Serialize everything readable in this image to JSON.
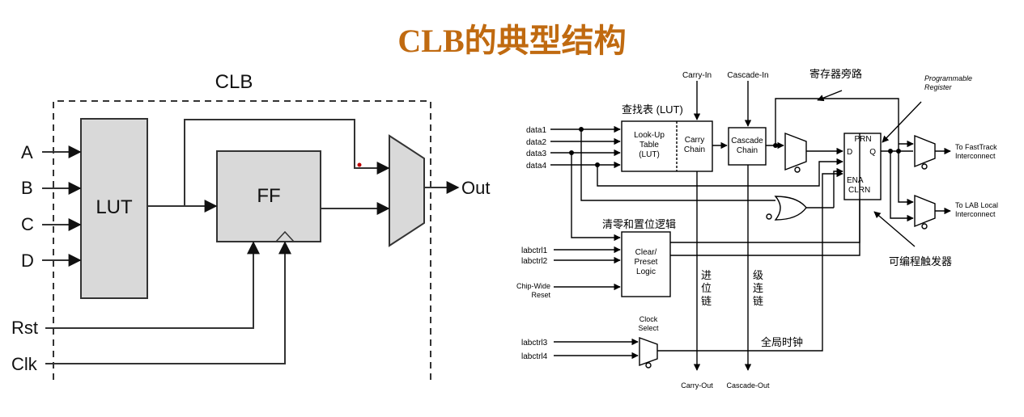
{
  "title": "CLB的典型结构",
  "left": {
    "clb_label": "CLB",
    "lut_label": "LUT",
    "ff_label": "FF",
    "inputs": [
      "A",
      "B",
      "C",
      "D"
    ],
    "out_label": "Out",
    "rst_label": "Rst",
    "clk_label": "Clk"
  },
  "right": {
    "data_inputs": [
      "data1",
      "data2",
      "data3",
      "data4"
    ],
    "carry_in": "Carry-In",
    "cascade_in": "Cascade-In",
    "lut_block": [
      "Look-Up",
      "Table",
      "(LUT)"
    ],
    "carry_chain": [
      "Carry",
      "Chain"
    ],
    "cascade_chain": [
      "Cascade",
      "Chain"
    ],
    "lut_cn": "查找表 (LUT)",
    "bypass_cn": "寄存器旁路",
    "prog_reg": [
      "Programmable",
      "Register"
    ],
    "ff_pins": {
      "prn": "PRN",
      "d": "D",
      "q": "Q",
      "ena": "ENA",
      "clrn": "CLRN"
    },
    "to_fasttrack": [
      "To FastTrack",
      "Interconnect"
    ],
    "to_lab": [
      "To LAB Local",
      "Interconnect"
    ],
    "clear_cn": "清零和置位逻辑",
    "clear_block": [
      "Clear/",
      "Preset",
      "Logic"
    ],
    "labctrl": [
      "labctrl1",
      "labctrl2"
    ],
    "chip_reset": [
      "Chip-Wide",
      "Reset"
    ],
    "carry_vert_cn": [
      "进",
      "位",
      "链"
    ],
    "cascade_vert_cn": [
      "级",
      "连",
      "链"
    ],
    "ff_cn": "可编程触发器",
    "clock_select": [
      "Clock",
      "Select"
    ],
    "labctrl_clk": [
      "labctrl3",
      "labctrl4"
    ],
    "global_clock_cn": "全局时钟",
    "carry_out": "Carry-Out",
    "cascade_out": "Cascade-Out"
  }
}
